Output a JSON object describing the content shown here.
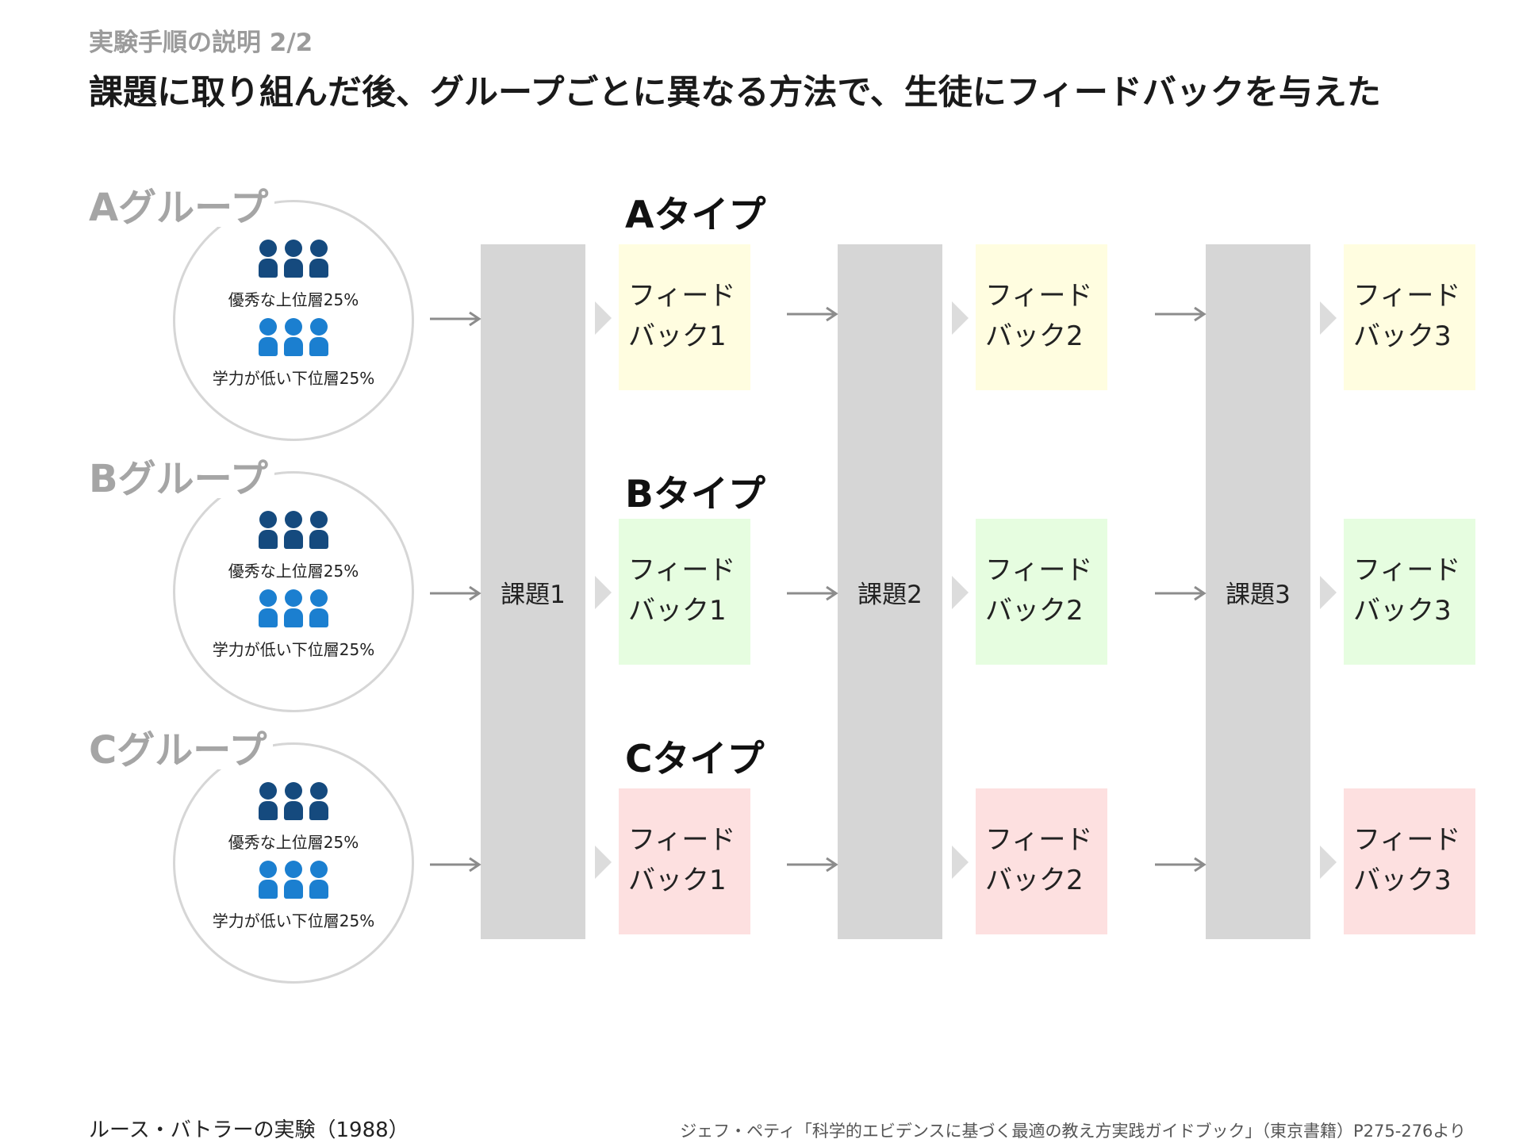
{
  "header": {
    "subtitle": "実験手順の説明 2/2",
    "title": "課題に取り組んだ後、グループごとに異なる方法で、生徒にフィードバックを与えた"
  },
  "groups": [
    {
      "label": "Aグループ",
      "top_caption": "優秀な上位層25%",
      "bottom_caption": "学力が低い下位層25%"
    },
    {
      "label": "Bグループ",
      "top_caption": "優秀な上位層25%",
      "bottom_caption": "学力が低い下位層25%"
    },
    {
      "label": "Cグループ",
      "top_caption": "優秀な上位層25%",
      "bottom_caption": "学力が低い下位層25%"
    }
  ],
  "tasks": [
    "課題1",
    "課題2",
    "課題3"
  ],
  "types": [
    {
      "label": "Aタイプ",
      "color": "#fffde0"
    },
    {
      "label": "Bタイプ",
      "color": "#e6fde0"
    },
    {
      "label": "Cタイプ",
      "color": "#fde0e0"
    }
  ],
  "feedback": {
    "line1": "フィード",
    "line2": [
      "バック1",
      "バック2",
      "バック3"
    ]
  },
  "colors": {
    "top_people": "#154a7e",
    "bottom_people": "#1b7fd0",
    "task_column": "#d6d6d6",
    "arrow": "#8c8c8c"
  },
  "footer": {
    "left": "ルース・バトラーの実験（1988）",
    "right": "ジェフ・ペティ「科学的エビデンスに基づく最適の教え方実践ガイドブック」（東京書籍）P275-276より"
  }
}
